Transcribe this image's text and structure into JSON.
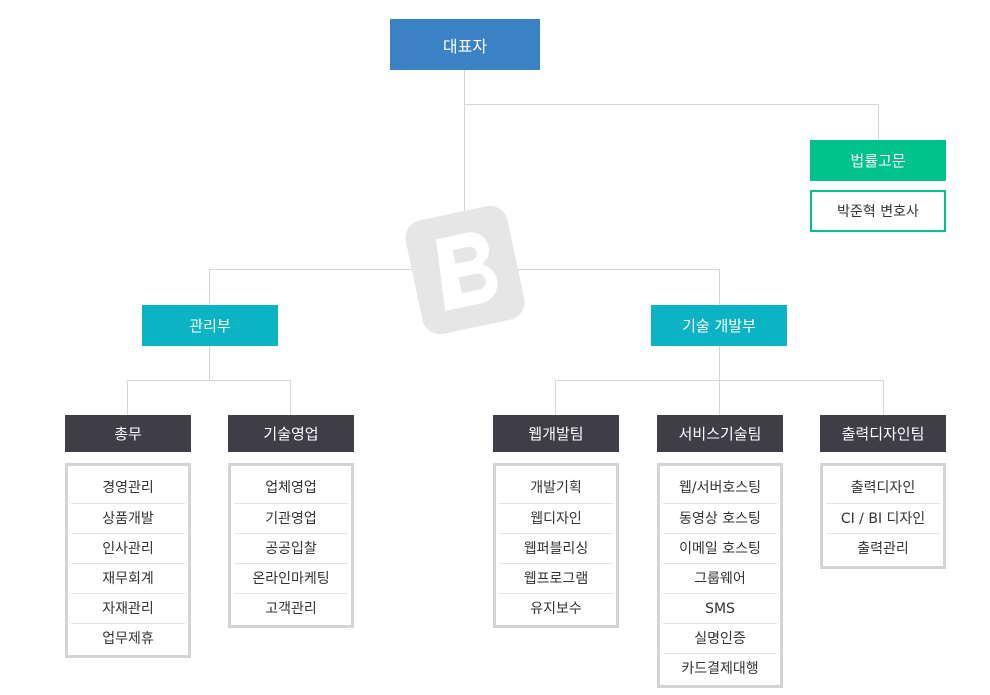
{
  "root": {
    "label": "대표자"
  },
  "advisor": {
    "label": "법률고문",
    "member": "박준혁 변호사"
  },
  "watermark": {
    "icon": "b-logo-watermark"
  },
  "colors": {
    "ceo": "#3b82c4",
    "legal": "#00c08b",
    "dept": "#0bb3c4",
    "team": "#3f3e46"
  },
  "departments": [
    {
      "label": "관리부",
      "teams": [
        {
          "label": "총무",
          "items": [
            "경영관리",
            "상품개발",
            "인사관리",
            "재무회계",
            "자재관리",
            "업무제휴"
          ]
        },
        {
          "label": "기술영업",
          "items": [
            "업체영업",
            "기관영업",
            "공공입찰",
            "온라인마케팅",
            "고객관리"
          ]
        }
      ]
    },
    {
      "label": "기술 개발부",
      "teams": [
        {
          "label": "웹개발팀",
          "items": [
            "개발기획",
            "웹디자인",
            "웹퍼블리싱",
            "웹프로그램",
            "유지보수"
          ]
        },
        {
          "label": "서비스기술팀",
          "items": [
            "웹/서버호스팅",
            "동영상 호스팅",
            "이메일 호스팅",
            "그룹웨어",
            "SMS",
            "실명인증",
            "카드결제대행"
          ]
        },
        {
          "label": "출력디자인팀",
          "items": [
            "출력디자인",
            "CI / BI 디자인",
            "출력관리"
          ]
        }
      ]
    }
  ]
}
